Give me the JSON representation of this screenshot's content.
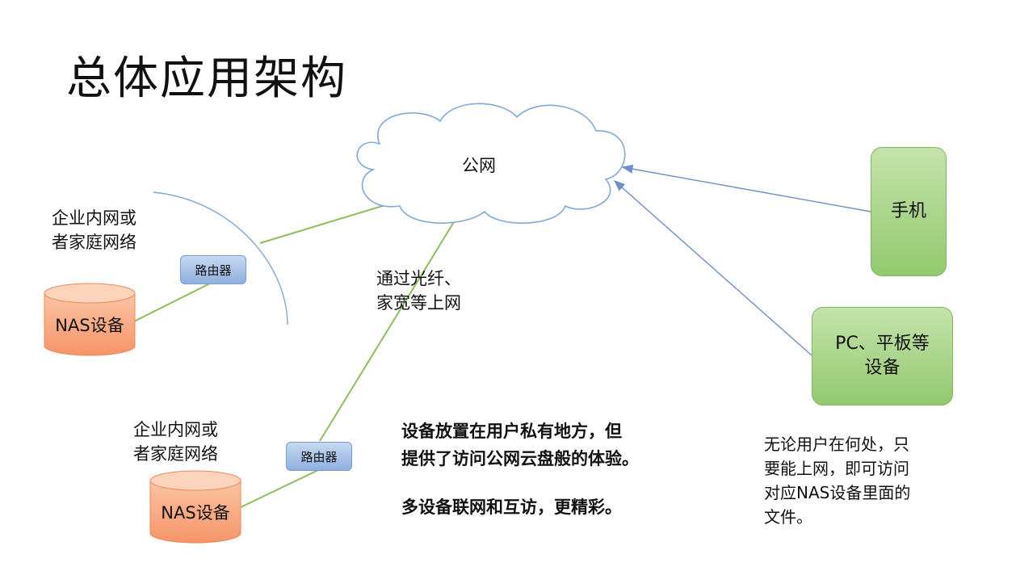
{
  "title": "总体应用架构",
  "cloud": {
    "label": "公网"
  },
  "network_top": {
    "label_line1": "企业内网或",
    "label_line2": "者家庭网络"
  },
  "network_bottom": {
    "label_line1": "企业内网或",
    "label_line2": "者家庭网络"
  },
  "router_top": {
    "label": "路由器"
  },
  "router_bottom": {
    "label": "路由器"
  },
  "nas_top": {
    "label": "NAS设备"
  },
  "nas_bottom": {
    "label": "NAS设备"
  },
  "fiber_note": {
    "line1": "通过光纤、",
    "line2": "家宽等上网"
  },
  "phone": {
    "label": "手机"
  },
  "pc": {
    "line1": "PC、平板等",
    "line2": "设备"
  },
  "highlight": {
    "line1": "设备放置在用户私有地方，但",
    "line2": "提供了访问公网云盘般的体验。",
    "line3": "多设备联网和互访，更精彩。"
  },
  "access_note": {
    "line1": "无论用户在何处，只",
    "line2": "要能上网，即可访问",
    "line3": "对应NAS设备里面的",
    "line4": "文件。"
  },
  "colors": {
    "link_green": "#8cbf5a",
    "arrow_blue": "#6f8fc8",
    "cloud_stroke": "#7fa9d6",
    "nas_fill": "#f9a87e",
    "device_fill": "#a9d68a",
    "router_fill": "#a9c4ea"
  }
}
